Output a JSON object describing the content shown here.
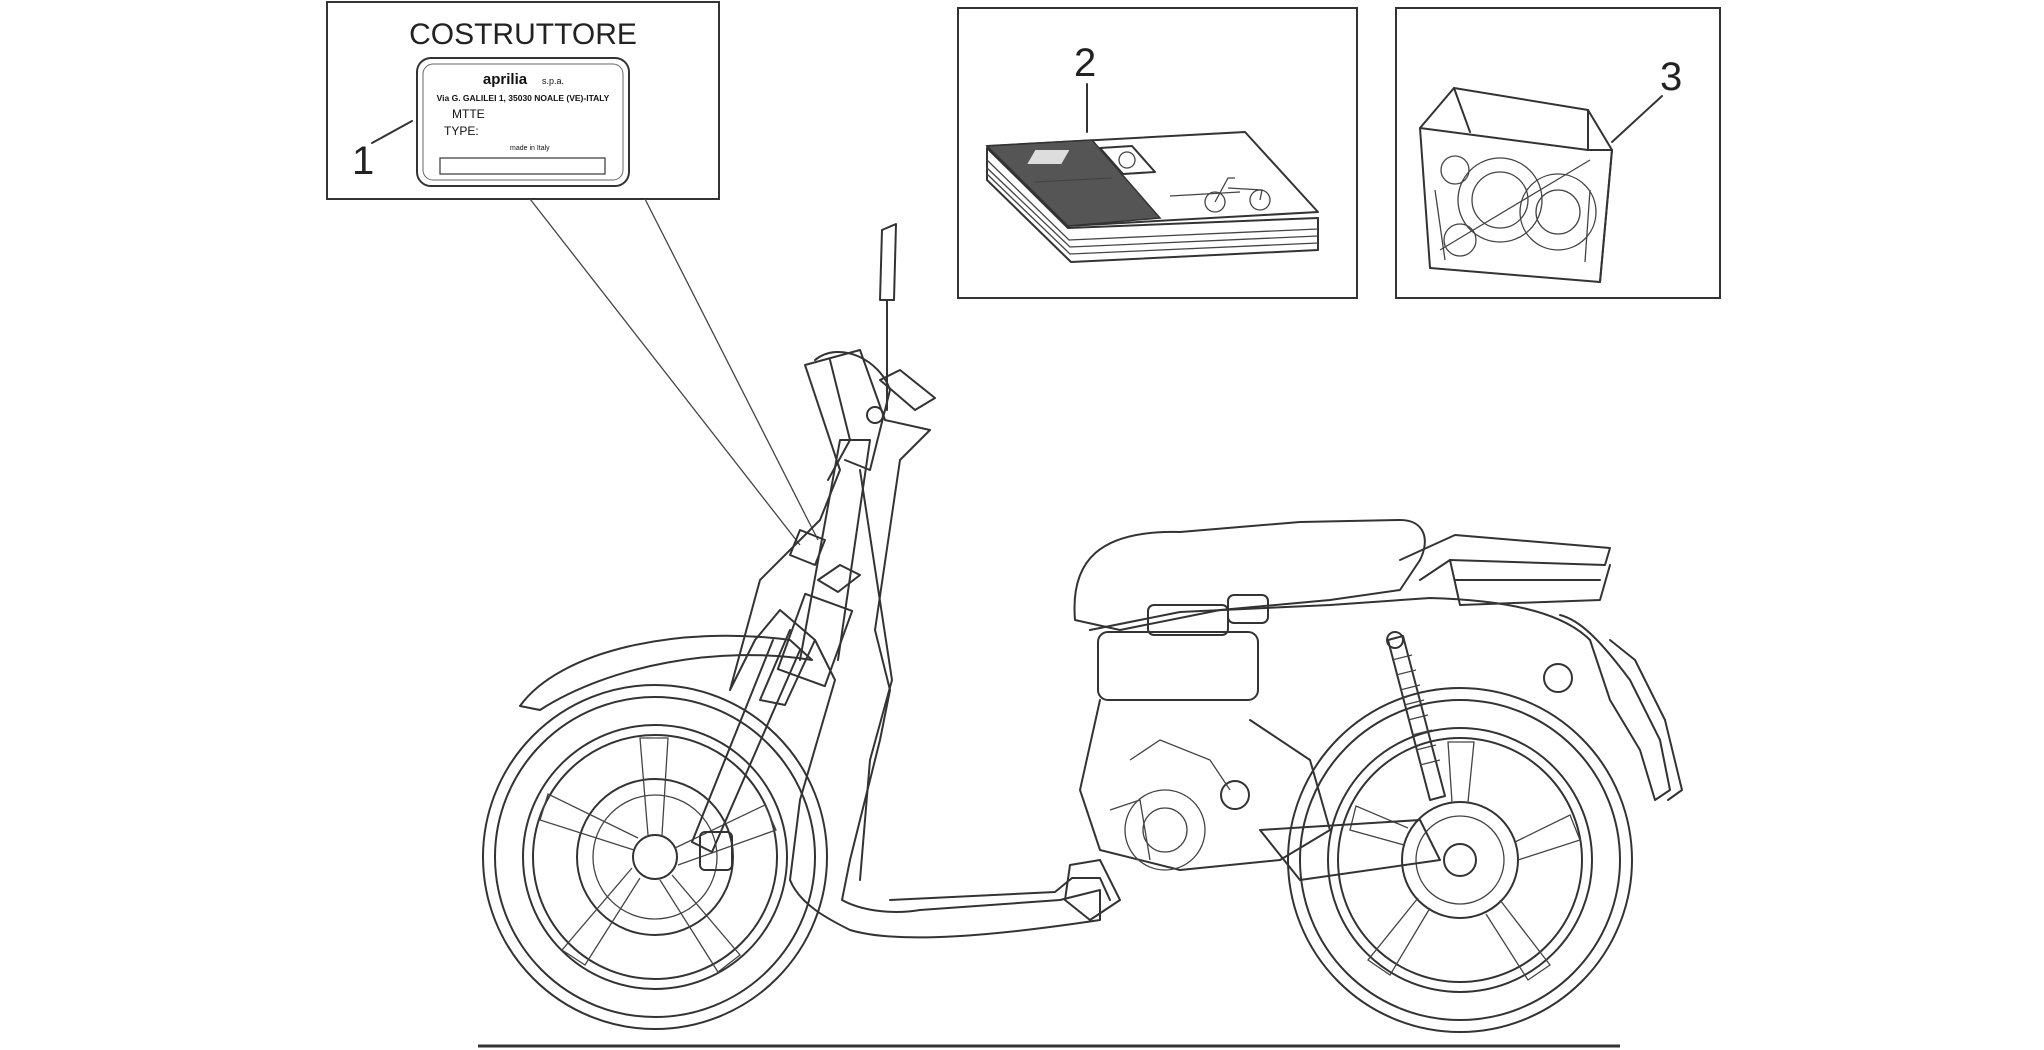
{
  "inset_manufacturer": {
    "title": "COSTRUTTORE",
    "plate": {
      "brand": "aprilia",
      "brand_suffix": "s.p.a.",
      "address": "Via G. GALILEI 1, 35030 NOALE (VE)-ITALY",
      "model_label": "MTTE",
      "type_label": "TYPE:",
      "origin": "made in Italy"
    }
  },
  "callouts": [
    "1",
    "2",
    "3"
  ],
  "colors": {
    "line": "#333333",
    "background": "#ffffff",
    "cover_dark": "#555555"
  }
}
